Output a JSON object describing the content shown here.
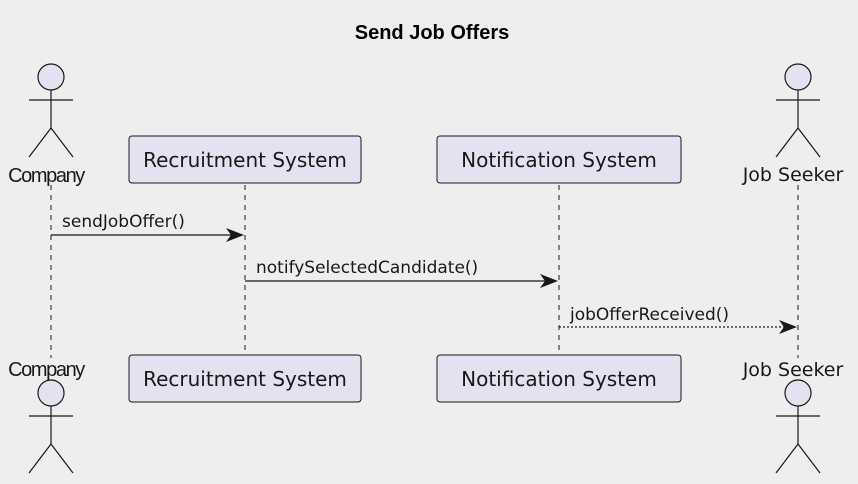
{
  "diagram": {
    "title": "Send Job Offers",
    "participants": {
      "company": "Company",
      "recruitment": "Recruitment System",
      "notification": "Notification System",
      "seeker": "Job Seeker"
    },
    "messages": [
      {
        "label": "sendJobOffer()",
        "from": "Company",
        "to": "Recruitment System",
        "style": "solid"
      },
      {
        "label": "notifySelectedCandidate()",
        "from": "Recruitment System",
        "to": "Notification System",
        "style": "solid"
      },
      {
        "label": "jobOfferReceived()",
        "from": "Notification System",
        "to": "Job Seeker",
        "style": "dashed"
      }
    ]
  },
  "colors": {
    "background": "#eeeeee",
    "participant_fill": "#e2e2f0",
    "stroke": "#181818"
  }
}
